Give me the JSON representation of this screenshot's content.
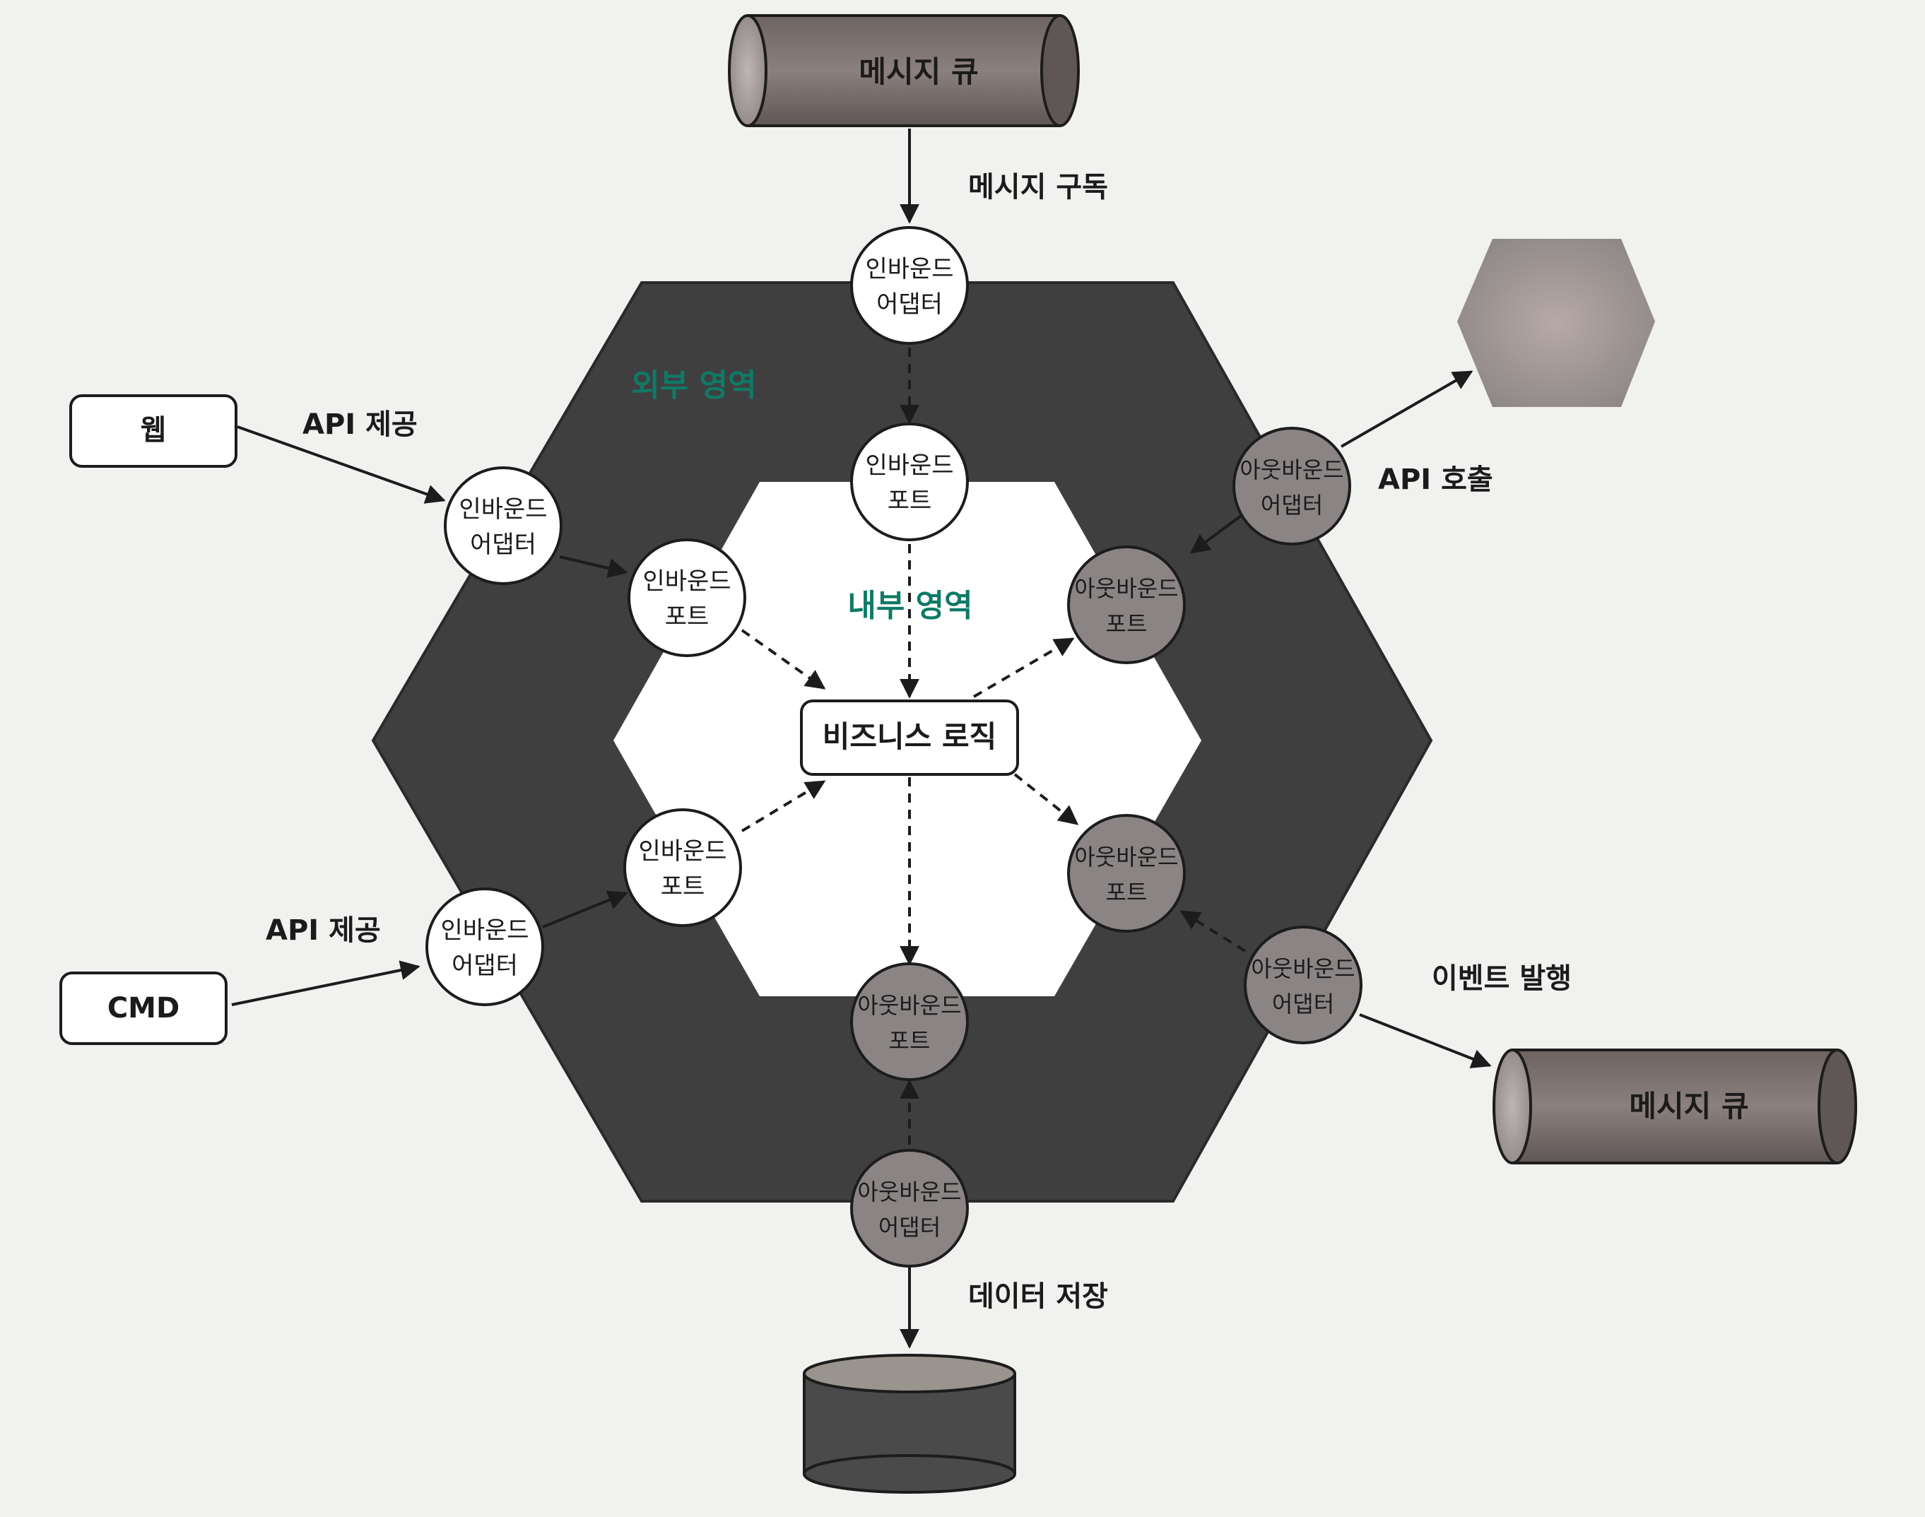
{
  "zones": {
    "outer_label": "외부 영역",
    "inner_label": "내부 영역"
  },
  "core": {
    "label": "비즈니스 로직"
  },
  "clients": {
    "web": "웹",
    "cmd": "CMD"
  },
  "nodes": {
    "inbound_adapter_line1": "인바운드",
    "inbound_adapter_line2": "어댑터",
    "inbound_port_line1": "인바운드",
    "inbound_port_line2": "포트",
    "outbound_adapter_line1": "아웃바운드",
    "outbound_adapter_line2": "어댑터",
    "outbound_port_line1": "아웃바운드",
    "outbound_port_line2": "포트"
  },
  "externals": {
    "queue_top": "메시지 큐",
    "queue_right": "메시지 큐"
  },
  "edge_labels": {
    "subscribe": "메시지 구독",
    "api_provide_web": "API 제공",
    "api_provide_cmd": "API 제공",
    "api_call": "API 호출",
    "event_publish": "이벤트 발행",
    "data_store": "데이터 저장"
  },
  "colors": {
    "outer_hex": "#3f3f3f",
    "inner_hex": "#ffffff",
    "outbound_fill": "#8a8584",
    "accent_teal": "#0f7a66"
  }
}
